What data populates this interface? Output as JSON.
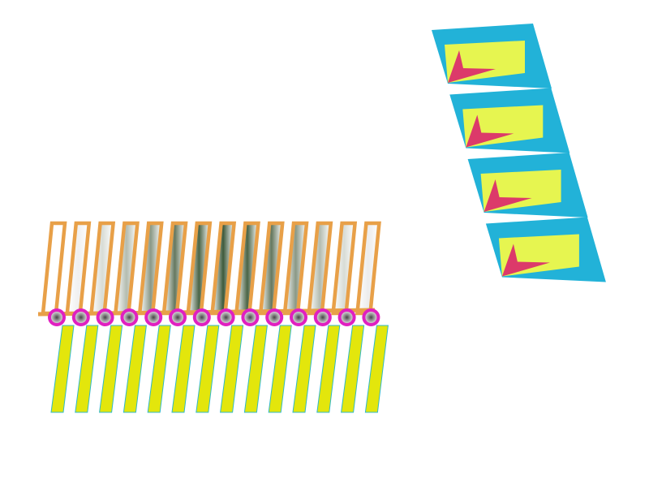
{
  "scene": {
    "background": "#ffffff",
    "comb": {
      "count": 14,
      "frame_color": "#e8a048",
      "gradient_edge_color": "#ffffff",
      "gradient_peak_colors": [
        "#ffffff",
        "#f0f0f0",
        "#d8dcd6",
        "#b4bcb0",
        "#8a9886",
        "#65785f",
        "#4a6446",
        "#3e5a3c",
        "#4a6446",
        "#65785f",
        "#8a9886",
        "#b4bcb0",
        "#d8dcd6",
        "#ececec"
      ]
    },
    "rings": {
      "count": 14,
      "ring_color": "#e020c0",
      "center_color": "#444444"
    },
    "blades": {
      "count": 14,
      "fill_color": "#e3e60c",
      "stroke_color": "#30b8c8"
    },
    "panels": {
      "count": 4,
      "outer_color": "#22b2d8",
      "inner_color": "#e6f550",
      "arrow_color": "#dc3a6a"
    }
  }
}
